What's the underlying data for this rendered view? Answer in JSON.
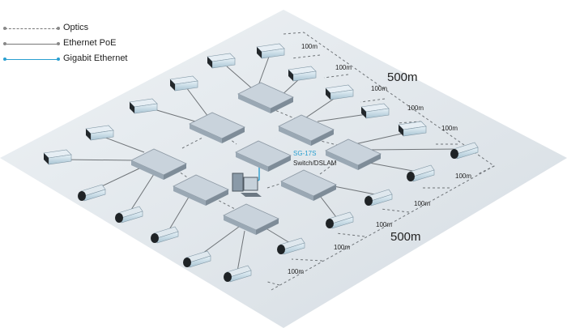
{
  "legend": {
    "optics": "Optics",
    "ethernet_poe": "Ethernet PoE",
    "gigabit_ethernet": "Gigabit Ethernet"
  },
  "labels": {
    "central_model": "SG-17S",
    "central_type": "Switch/DSLAM",
    "span_top": "500m",
    "span_bottom": "500m",
    "segment": "100m"
  },
  "colors": {
    "floor": "#dfe5ea",
    "switch_top": "#c9d3dc",
    "accent_blue": "#2a9fd0",
    "line": "#6f7478"
  }
}
